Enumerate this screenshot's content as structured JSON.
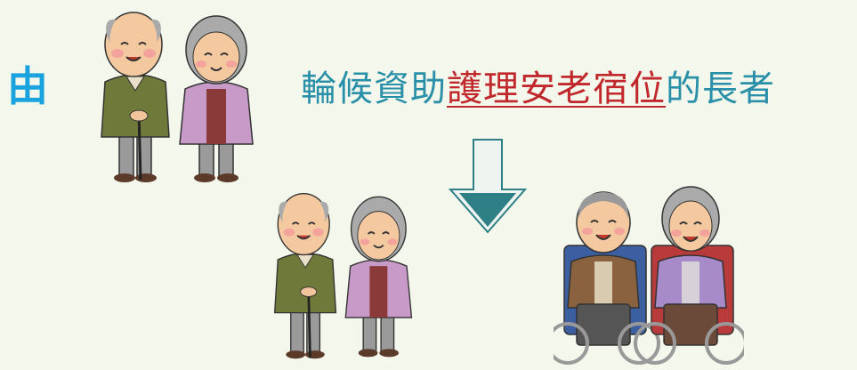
{
  "prefix": "由",
  "headline": {
    "before": "輪候資助",
    "highlight": "護理安老宿位",
    "after": "的長者"
  },
  "colors": {
    "prefix": "#1aa3de",
    "headline": "#2a8fa8",
    "highlight": "#c0282c",
    "arrow_fill": "#2e7f86",
    "background": "#f4f8ec"
  },
  "illustrations": [
    {
      "name": "elderly-couple-walking-top",
      "icon": "elderly-couple-icon"
    },
    {
      "name": "down-arrow",
      "icon": "down-arrow-icon"
    },
    {
      "name": "elderly-couple-walking-bottom",
      "icon": "elderly-couple-icon"
    },
    {
      "name": "elderly-couple-wheelchairs",
      "icon": "wheelchair-couple-icon"
    }
  ]
}
